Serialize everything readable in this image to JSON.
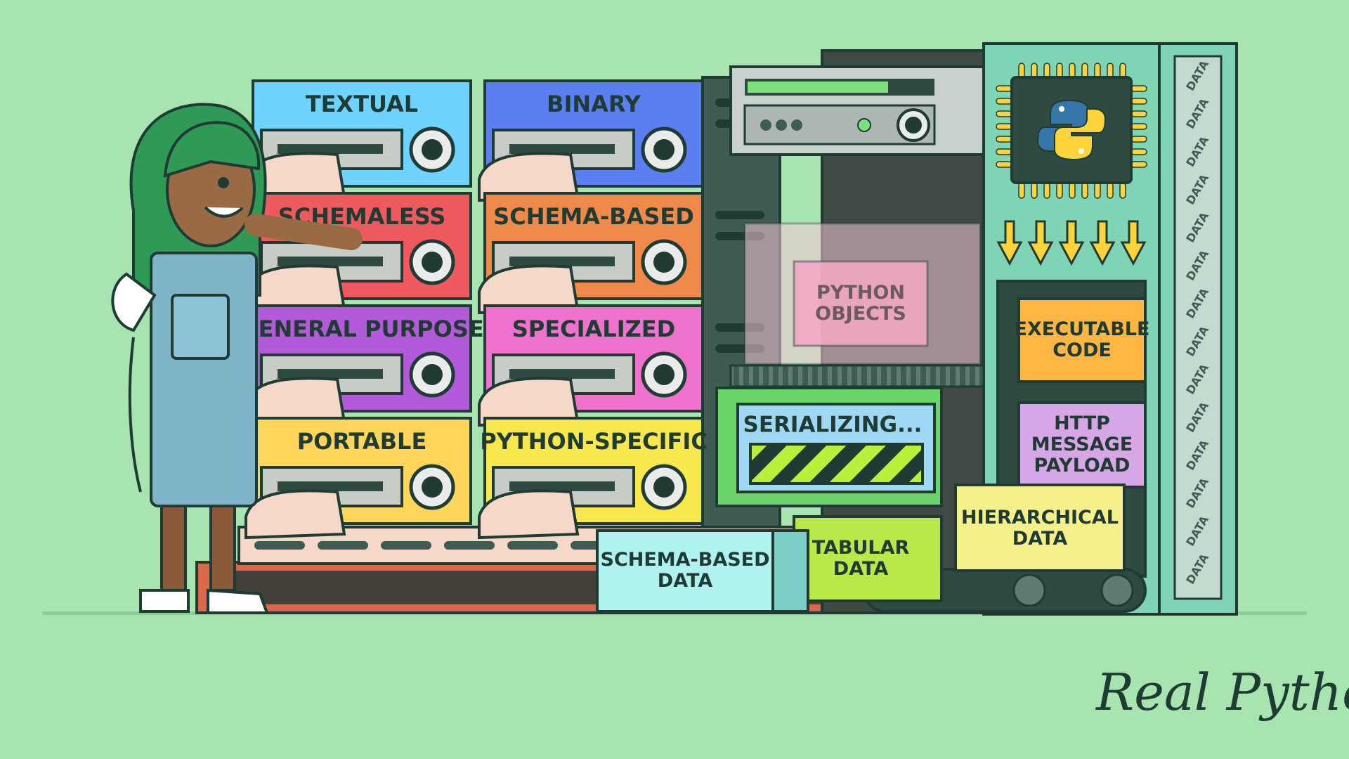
{
  "formats": [
    {
      "label": "TEXTUAL",
      "color": "#6fd3ff"
    },
    {
      "label": "BINARY",
      "color": "#5b7ff0"
    },
    {
      "label": "SCHEMALESS",
      "color": "#ef5a5f"
    },
    {
      "label": "SCHEMA-BASED",
      "color": "#f08a4b"
    },
    {
      "label": "GENERAL PURPOSE",
      "color": "#b25ad9"
    },
    {
      "label": "SPECIALIZED",
      "color": "#ef72cf"
    },
    {
      "label": "PORTABLE",
      "color": "#ffd55a"
    },
    {
      "label": "PYTHON-SPECIFIC",
      "color": "#f8e84e"
    }
  ],
  "machine": {
    "python_objects": "PYTHON OBJECTS",
    "status": "SERIALIZING...",
    "logo_icon": "python-logo-icon",
    "chip_icon": "cpu-chip-icon",
    "data_ribbon": "DATA"
  },
  "outputs": {
    "executable_code": "EXECUTABLE CODE",
    "http_payload": "HTTP MESSAGE PAYLOAD",
    "hierarchical_data": "HIERARCHICAL DATA",
    "tabular_data": "TABULAR DATA",
    "schema_based_data": "SCHEMA-BASED DATA"
  },
  "brand": "Real Python",
  "colors": {
    "background": "#a8e4b0",
    "outline": "#1f3b34",
    "machine": "#7fd4b5",
    "screen": "#9fd8f5",
    "stripe": "#b8f03a"
  }
}
